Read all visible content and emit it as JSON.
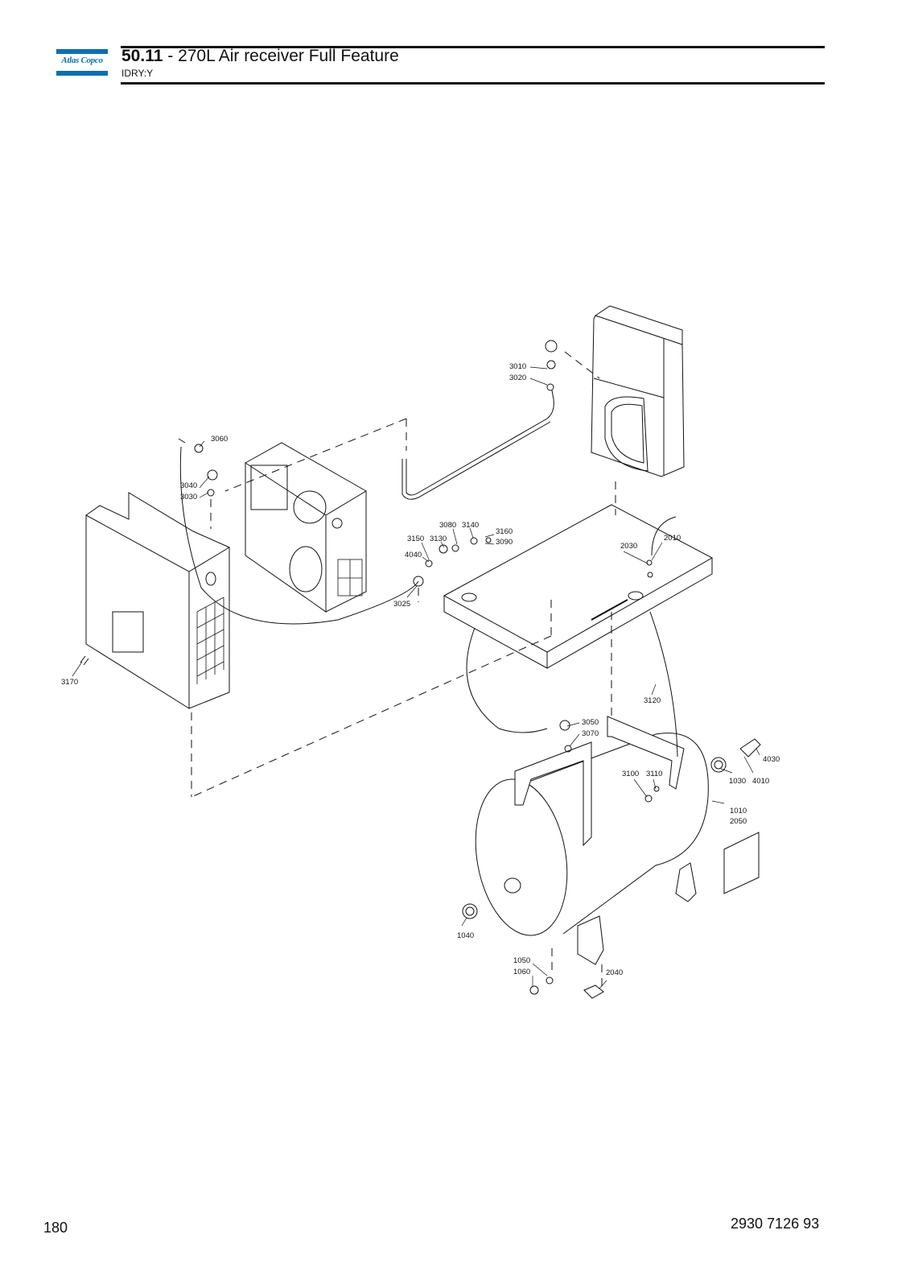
{
  "header": {
    "logo_text": "Atlas Copco",
    "section_number": "50.11",
    "section_separator": " - ",
    "section_title": "270L Air receiver Full Feature",
    "subtitle": "IDRY:Y"
  },
  "footer": {
    "page_number": "180",
    "document_number": "2930 7126 93"
  },
  "colors": {
    "brand": "#0b6fb0",
    "line": "#111111"
  },
  "callouts": [
    "3010",
    "3020",
    "3060",
    "3040",
    "3030",
    "3080",
    "3140",
    "3160",
    "3090",
    "3150",
    "3130",
    "4040",
    "3025",
    "2030",
    "2010",
    "3170",
    "3120",
    "3050",
    "3070",
    "4030",
    "3100",
    "3110",
    "1030",
    "4010",
    "1010",
    "2050",
    "1040",
    "1050",
    "1060",
    "2040"
  ]
}
